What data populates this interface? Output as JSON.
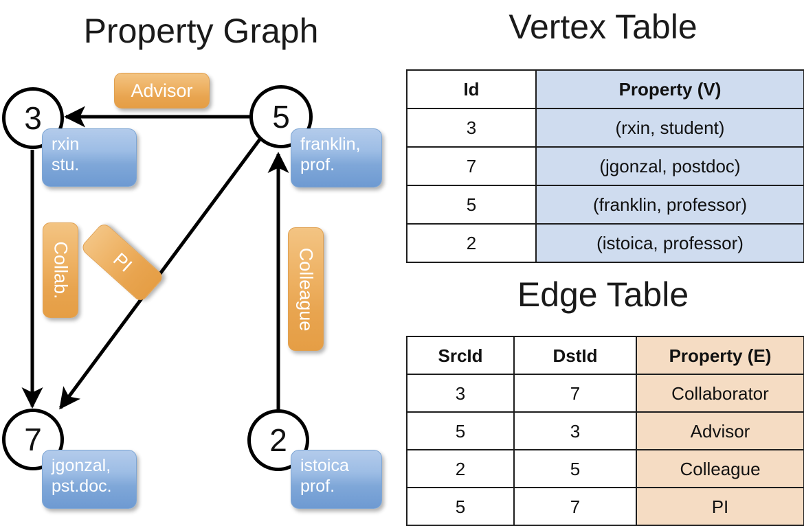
{
  "titles": {
    "property_graph": "Property Graph",
    "vertex_table": "Vertex Table",
    "edge_table": "Edge Table"
  },
  "graph": {
    "nodes": [
      {
        "id": "3",
        "label": "3",
        "property_line1": "rxin",
        "property_line2": "stu."
      },
      {
        "id": "5",
        "label": "5",
        "property_line1": "franklin,",
        "property_line2": "prof."
      },
      {
        "id": "7",
        "label": "7",
        "property_line1": "jgonzal,",
        "property_line2": "pst.doc."
      },
      {
        "id": "2",
        "label": "2",
        "property_line1": "istoica",
        "property_line2": "prof."
      }
    ],
    "edge_labels": [
      {
        "name": "advisor",
        "text": "Advisor"
      },
      {
        "name": "collab",
        "text": "Collab."
      },
      {
        "name": "pi",
        "text": "PI"
      },
      {
        "name": "colleague",
        "text": "Colleague"
      }
    ]
  },
  "vertex_table": {
    "headers": [
      "Id",
      "Property (V)"
    ],
    "rows": [
      {
        "id": "3",
        "property": "(rxin, student)"
      },
      {
        "id": "7",
        "property": "(jgonzal, postdoc)"
      },
      {
        "id": "5",
        "property": "(franklin, professor)"
      },
      {
        "id": "2",
        "property": "(istoica, professor)"
      }
    ]
  },
  "edge_table": {
    "headers": [
      "SrcId",
      "DstId",
      "Property (E)"
    ],
    "rows": [
      {
        "src": "3",
        "dst": "7",
        "property": "Collaborator"
      },
      {
        "src": "5",
        "dst": "3",
        "property": "Advisor"
      },
      {
        "src": "2",
        "dst": "5",
        "property": "Colleague"
      },
      {
        "src": "5",
        "dst": "7",
        "property": "PI"
      }
    ]
  },
  "colors": {
    "vertex_property_fill": "#cfdcef",
    "edge_property_fill": "#f5dcc3",
    "node_box_blue": "#8fb2de",
    "edge_box_orange": "#eeb264",
    "stroke": "#1d1d1d"
  }
}
